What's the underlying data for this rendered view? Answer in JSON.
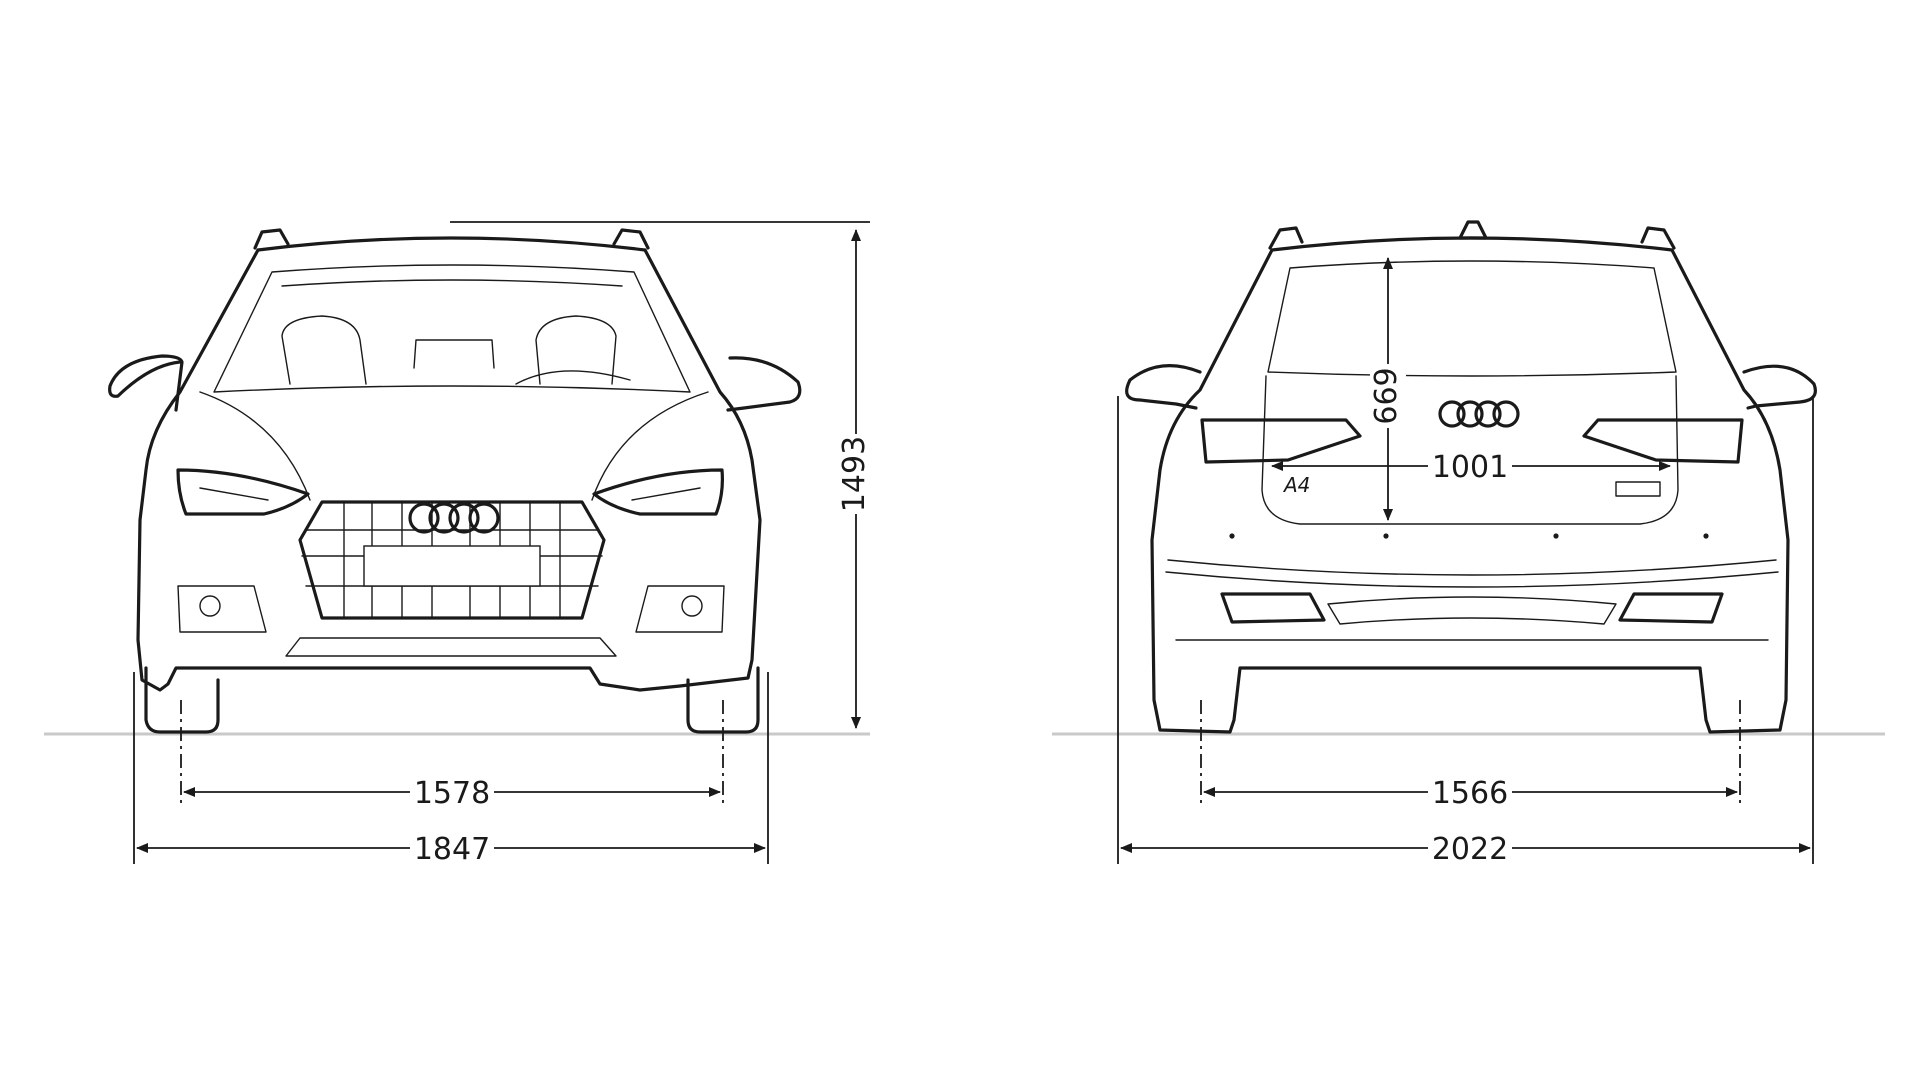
{
  "dimensions": {
    "front_track": "1578",
    "front_width": "1847",
    "height": "1493",
    "rear_track": "1566",
    "rear_width_mirrors": "2022",
    "load_width": "1001",
    "load_height": "669"
  },
  "badges": {
    "rear_model": "A4"
  },
  "colors": {
    "line": "#1a1a1a",
    "ground": "#c9c9c9",
    "background": "#ffffff"
  }
}
